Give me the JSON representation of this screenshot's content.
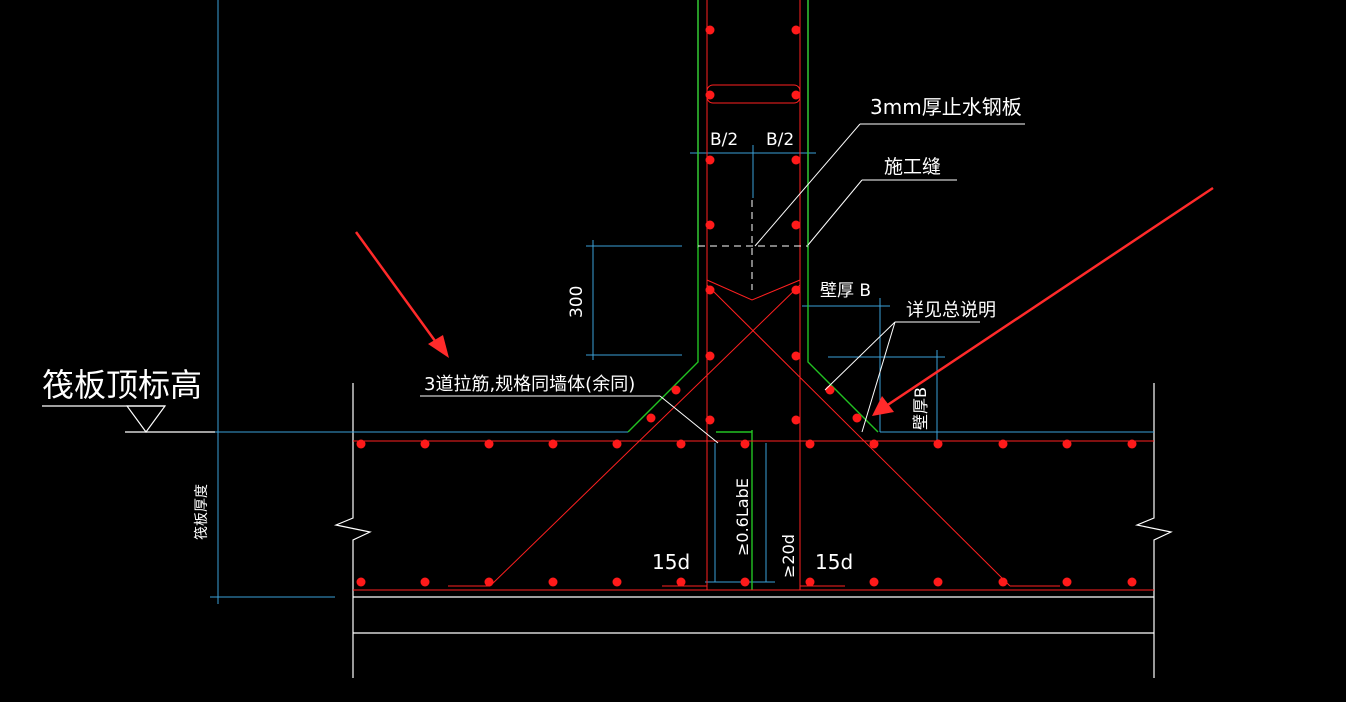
{
  "colors": {
    "background": "#000000",
    "concrete_outline": "#ffffff",
    "rebar_line": "#ff2020",
    "rebar_dot": "#ff1a1a",
    "dimension": "#3aa0d8",
    "waterstop": "#22c322",
    "pointer_arrow": "#ff2a2a"
  },
  "labels": {
    "raft_top_elevation": "筏板顶标高",
    "raft_thickness": "筏板厚度",
    "waterstop_plate": "3mm厚止水钢板",
    "construction_joint": "施工缝",
    "half_b_left": "B/2",
    "half_b_right": "B/2",
    "dim_300": "300",
    "wall_thickness": "壁厚 B",
    "wall_thickness_vertical": "壁厚B",
    "see_general_notes": "详见总说明",
    "tie_bars": "3道拉筋,规格同墙体(余同)",
    "anchor_06labe": "≥0.6LabE",
    "anchor_20d": "≥20d",
    "hook_15d_left": "15d",
    "hook_15d_right": "15d"
  }
}
